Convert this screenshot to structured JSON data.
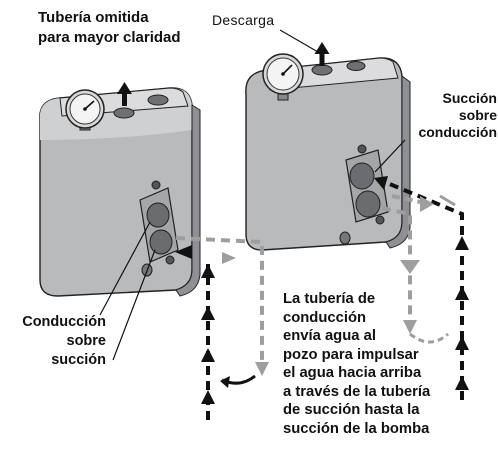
{
  "title": {
    "line1": "Tubería omitida",
    "line2": "para mayor claridad"
  },
  "discharge_label": "Descarga",
  "right_pump_label": {
    "line1": "Succión",
    "line2": "sobre",
    "line3": "conducción"
  },
  "left_pump_label": {
    "line1": "Conducción",
    "line2": "sobre",
    "line3": "succión"
  },
  "body_text": {
    "line1": "La tubería de",
    "line2": "conducción",
    "line3": "envía agua al",
    "line4": "pozo para impulsar",
    "line5": "el agua hacia arriba",
    "line6": "a través de la tubería",
    "line7": "de succión hasta la",
    "line8": "succión de la bomba"
  },
  "colors": {
    "pump_body": "#b9babc",
    "pump_shade": "#9a9b9e",
    "arrow_dark": "#111111",
    "arrow_light": "#9e9e9e",
    "text": "#111111"
  }
}
